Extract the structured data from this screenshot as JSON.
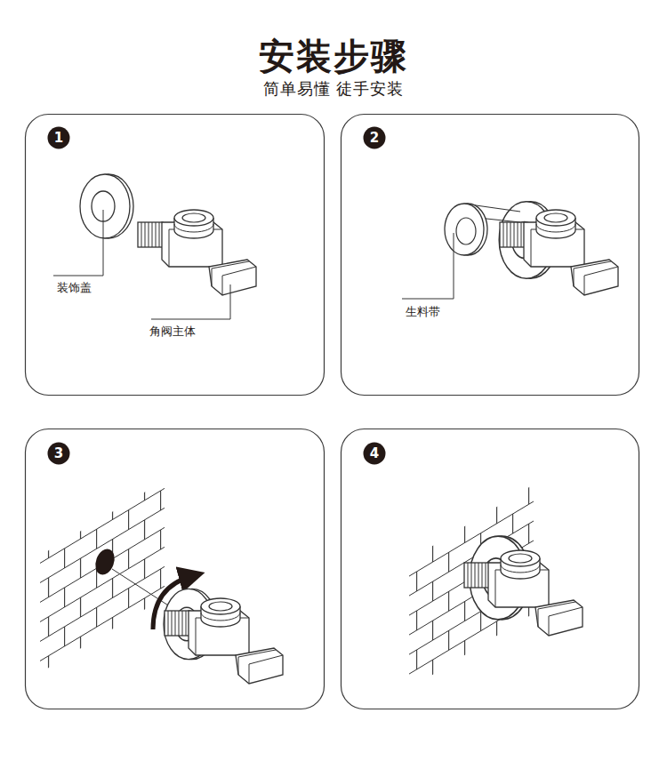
{
  "diagram": {
    "title": "安装步骤",
    "nodes": [
      {
        "text": [
          "1"
        ]
      },
      {
        "text": [
          "2"
        ]
      },
      {
        "text": [
          "3"
        ]
      },
      {
        "text": [
          "4"
        ]
      }
    ],
    "labels": [
      "简单易懂 徒手安装",
      "装饰盖",
      "角阀主体",
      "生料带"
    ]
  }
}
